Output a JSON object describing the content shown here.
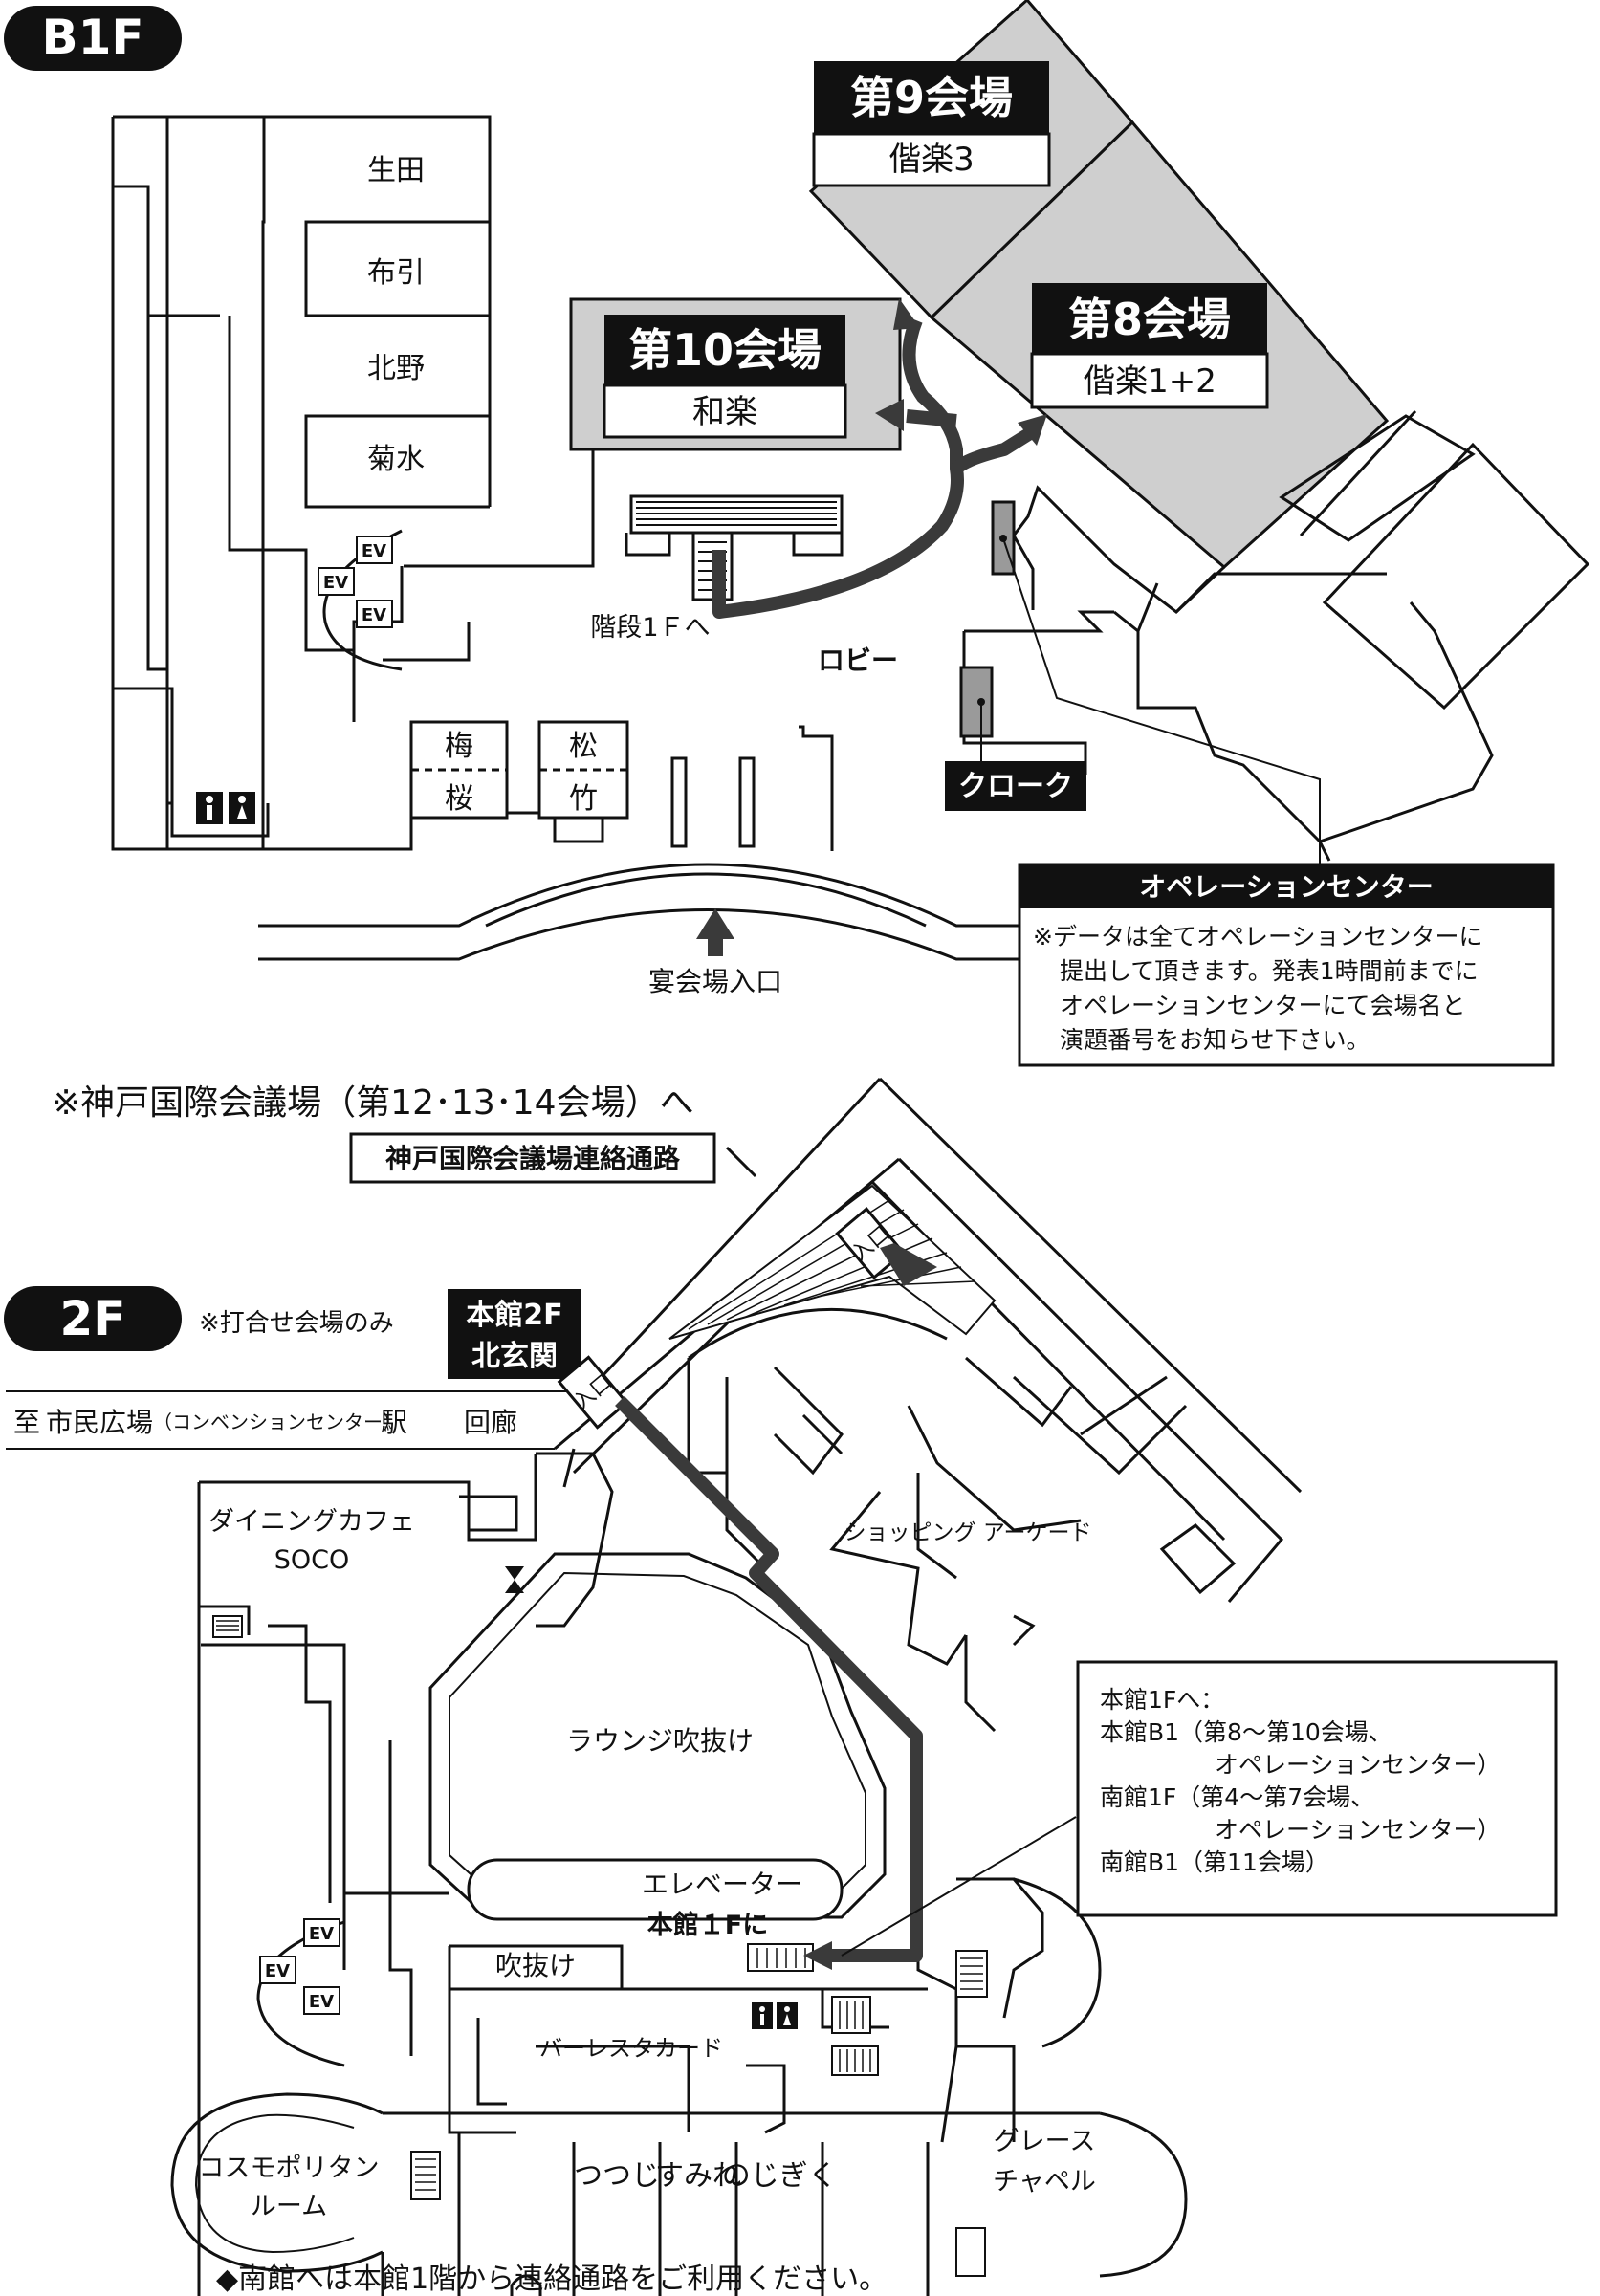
{
  "b1f": {
    "floor_badge": "B1F",
    "rooms": {
      "ikuta": "生田",
      "nunobiki": "布引",
      "kitano": "北野",
      "kikusui": "菊水",
      "ume": "梅",
      "sakura": "桜",
      "matsu": "松",
      "take": "竹"
    },
    "ev_label": "EV",
    "halls": {
      "hall9": {
        "title": "第9会場",
        "sub": "偕楽3"
      },
      "hall10": {
        "title": "第10会場",
        "sub": "和楽"
      },
      "hall8": {
        "title": "第8会場",
        "sub": "偕楽1+2"
      }
    },
    "stairs_label": "階段1Ｆへ",
    "lobby": "ロビー",
    "cloak": "クローク",
    "banquet_entrance": "宴会場入口",
    "operation_center": {
      "title": "オペレーションセンター",
      "note_lines": [
        "※データは全てオペレーションセンターに",
        "提出して頂きます。発表1時間前までに",
        "オペレーションセンターにて会場名と",
        "演題番号をお知らせ下さい。"
      ]
    }
  },
  "connector": {
    "note": "※神戸国際会議場（第12･13･14会場）へ",
    "passage": "神戸国際会議場連絡通路"
  },
  "f2": {
    "floor_badge": "2F",
    "note": "※打合せ会場のみ",
    "north_entrance": [
      "本館2F",
      "北玄関"
    ],
    "corridor_prefix": "至",
    "corridor_main": "市民広場",
    "corridor_paren": "（コンベンションセンター）",
    "corridor_station": "駅",
    "corridor_kairo": "回廊",
    "entrance": "入口",
    "cafe": [
      "ダイニングカフェ",
      "SOCO"
    ],
    "shopping": "ショッピング アーケード",
    "lounge": "ラウンジ吹抜け",
    "elevator": "エレベーター",
    "to_1f": "本館１Fに",
    "atrium": "吹抜け",
    "bar": "バーレスタカード",
    "cosmo": [
      "コスモポリタン",
      "ルーム"
    ],
    "rooms_bottom": [
      "つつじ",
      "すみれ",
      "のじぎく"
    ],
    "grace": [
      "グレース",
      "チャペル"
    ],
    "ev_label": "EV",
    "info_lines": [
      "本館1Fへ：",
      "本館B1（第8～第10会場、",
      "オペレーションセンター）",
      "南館1F（第4～第7会場、",
      "オペレーションセンター）",
      "南館B1（第11会場）"
    ]
  },
  "footer": "◆南館へは本館1階から連絡通路をご利用ください。"
}
